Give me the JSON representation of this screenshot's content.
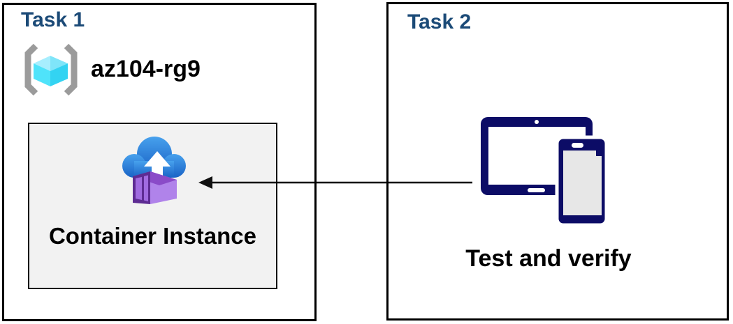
{
  "diagram": {
    "task1": {
      "title": "Task 1",
      "resource_group_name": "az104-rg9",
      "container_label": "Container Instance"
    },
    "task2": {
      "title": "Task 2",
      "caption": "Test and verify"
    },
    "arrow": {
      "direction": "right-to-left",
      "from": "devices-icon",
      "to": "container-instance-icon"
    }
  },
  "icons": {
    "resource_group": "resource-group-icon",
    "container_instance": "container-instances-icon",
    "devices": "tablet-phone-devices-icon"
  },
  "colors": {
    "task_title_blue": "#1B4A77",
    "box_border": "#000000",
    "container_box_bg": "#F2F2F2",
    "device_navy": "#0C0C66",
    "device_phone_screen": "#E7E7E7",
    "cloud_blue_top": "#47A1ED",
    "cloud_blue_bottom": "#1A63C6",
    "container_purple_front_frame": "#5E2C93",
    "container_purple_panel": "#A06BE0",
    "container_purple_right": "#B083EA",
    "container_purple_top": "#8A4BC8",
    "cube_cyan_top_left": "#A7EEFE",
    "cube_cyan_top_right": "#7FE5F9",
    "cube_cyan_left": "#4FE3FA",
    "cube_cyan_right": "#33D3F2",
    "bracket_gray": "#9B9B9B",
    "arrow_black": "#000000"
  }
}
